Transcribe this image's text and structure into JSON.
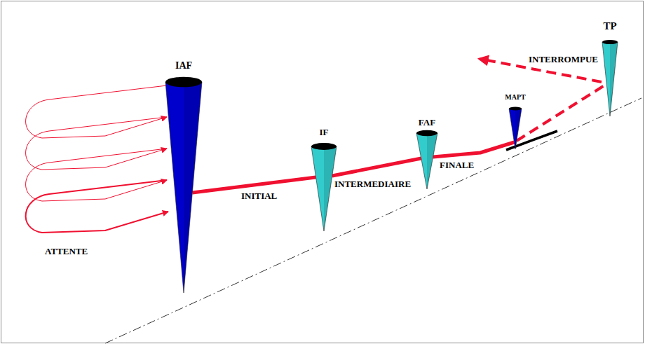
{
  "diagram": {
    "nodes": [
      {
        "text": [
          "IAF"
        ]
      },
      {
        "text": [
          "IF"
        ]
      },
      {
        "text": [
          "FAF"
        ]
      },
      {
        "text": [
          "MAPT"
        ]
      },
      {
        "text": [
          "TP"
        ]
      }
    ],
    "edges": [
      {
        "from": 0,
        "to": 1,
        "arrow": "none",
        "label": "INITIAL"
      },
      {
        "from": 1,
        "to": 2,
        "arrow": "none",
        "label": "INTERMEDIAIRE"
      },
      {
        "from": 2,
        "to": 3,
        "arrow": "none",
        "label": "FINALE"
      },
      {
        "from": 3,
        "to": 4,
        "arrow": "none"
      }
    ],
    "labels": [
      "ATTENTE",
      "INTERROMPUE"
    ]
  }
}
